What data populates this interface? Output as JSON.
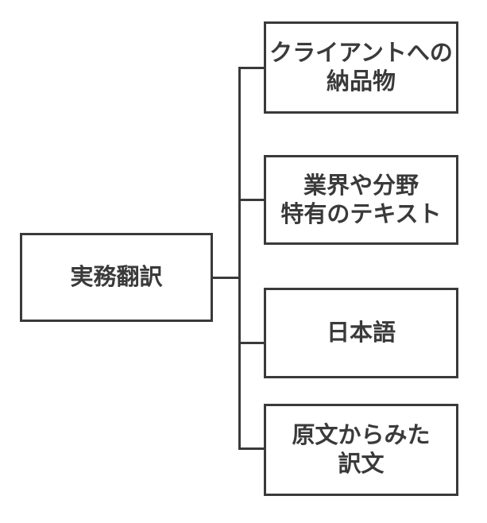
{
  "diagram": {
    "title": "practical-translation-tree",
    "root": {
      "id": "jitsumu-honyaku",
      "label_lines": [
        "実務翻訳"
      ]
    },
    "children": [
      {
        "id": "client-deliverable",
        "label_lines": [
          "クライアントへの",
          "納品物"
        ]
      },
      {
        "id": "industry-text",
        "label_lines": [
          "業界や分野",
          "特有のテキスト"
        ]
      },
      {
        "id": "japanese",
        "label_lines": [
          "日本語"
        ]
      },
      {
        "id": "target-from-source",
        "label_lines": [
          "原文からみた",
          "訳文"
        ]
      }
    ]
  },
  "colors": {
    "border": "#3a3a3a",
    "text": "#3a3a3a",
    "background": "#ffffff"
  }
}
